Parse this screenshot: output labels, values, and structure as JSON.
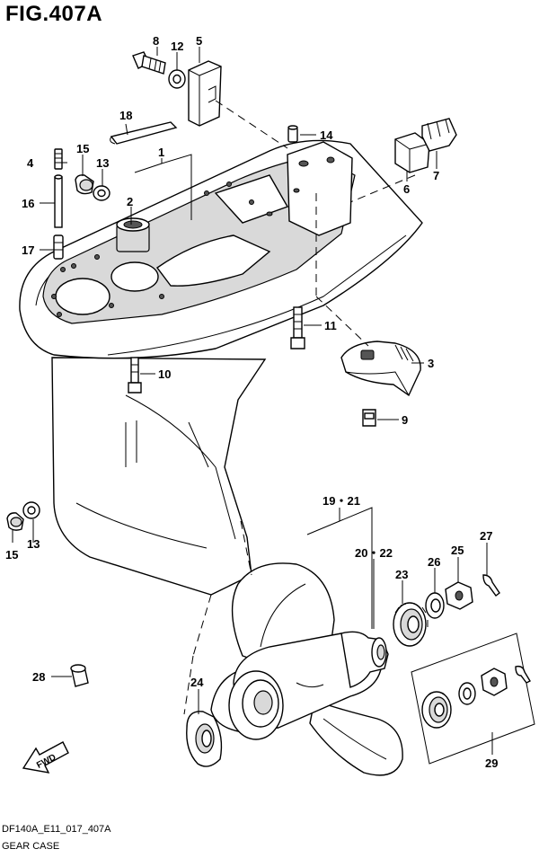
{
  "figure": {
    "title": "FIG.407A",
    "code": "DF140A_E11_017_407A",
    "name": "GEAR CASE"
  },
  "labels": {
    "p1": "1",
    "p2": "2",
    "p3": "3",
    "p4": "4",
    "p5": "5",
    "p6": "6",
    "p7": "7",
    "p8": "8",
    "p9": "9",
    "p10": "10",
    "p11": "11",
    "p12": "12",
    "p13a": "13",
    "p13b": "13",
    "p14": "14",
    "p15a": "15",
    "p15b": "15",
    "p16": "16",
    "p17": "17",
    "p18": "18",
    "p19_21": "19・21",
    "p20_22": "20・22",
    "p23": "23",
    "p24": "24",
    "p25": "25",
    "p26": "26",
    "p27": "27",
    "p28": "28",
    "p29": "29"
  },
  "fwd_label": "FWD"
}
